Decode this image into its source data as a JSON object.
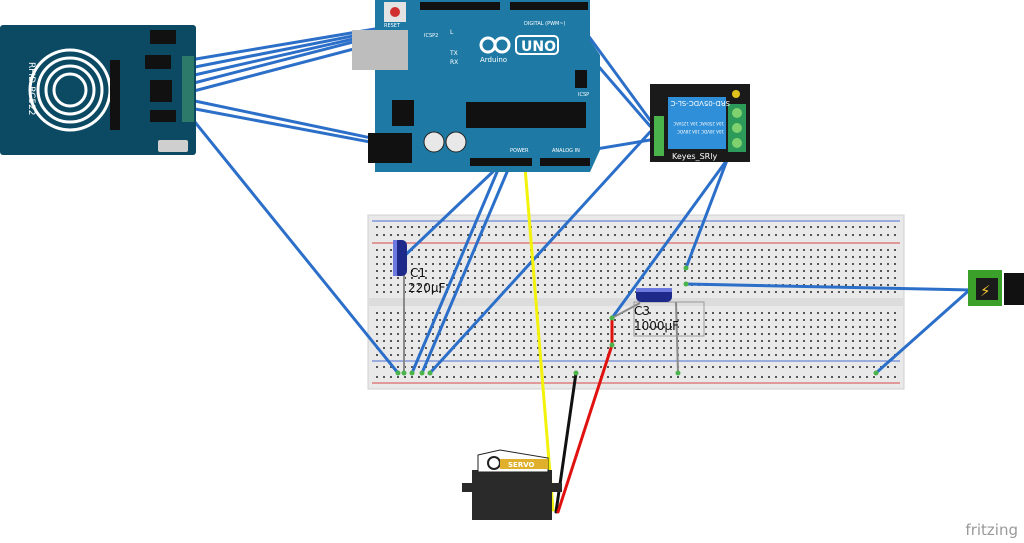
{
  "rfid": {
    "label": "RFID-RC522"
  },
  "arduino": {
    "reset": "RESET",
    "icsp2": "ICSP2",
    "tx": "TX",
    "rx": "RX",
    "l": "L",
    "brand": "UNO",
    "sub": "Arduino",
    "digital": "DIGITAL (PWM~)",
    "power": "POWER",
    "analog": "ANALOG IN",
    "icsp": "ICSP"
  },
  "relay": {
    "name": "Keyes_SRly",
    "model": "SRD-05VDC-SL-C",
    "ratings": [
      "10A 250VAC  10A 125VAC",
      "10A 30VDC  10A 28VDC"
    ]
  },
  "capacitors": [
    {
      "name": "C1",
      "value": "220µF"
    },
    {
      "name": "C3",
      "value": "1000µF"
    }
  ],
  "servo": {
    "label": "SERVO"
  },
  "power_jack": {
    "symbol": "⚡"
  },
  "footer": {
    "watermark": "fritzing"
  },
  "colors": {
    "wire_blue": "#2c6fc9",
    "wire_yellow": "#f2f20a",
    "wire_red": "#e0120f",
    "wire_black": "#111111",
    "arduino_board": "#1e7aa5",
    "rfid_board": "#0c4a63",
    "relay_board": "#1a1a1a",
    "relay_coil": "#2f8fd8",
    "servo_body": "#2a2a2a",
    "breadboard": "#e9e9e9",
    "power_jack": "#3aa02a"
  }
}
